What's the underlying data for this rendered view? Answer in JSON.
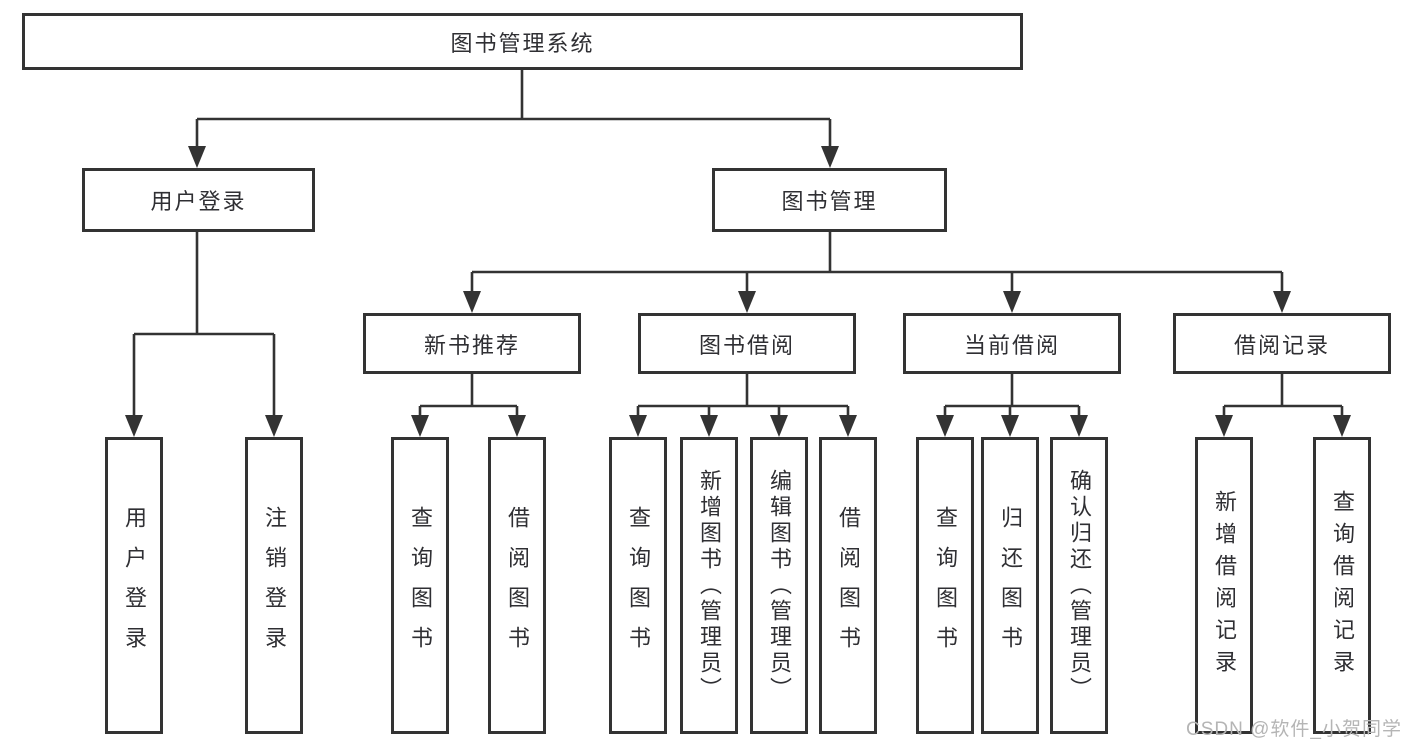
{
  "tree": {
    "root": "图书管理系统",
    "children": [
      {
        "label": "用户登录",
        "children": [
          "用户登录",
          "注销登录"
        ]
      },
      {
        "label": "图书管理",
        "children": [
          {
            "label": "新书推荐",
            "children": [
              "查询图书",
              "借阅图书"
            ]
          },
          {
            "label": "图书借阅",
            "children": [
              "查询图书",
              "新增图书（管理员）",
              "编辑图书（管理员）",
              "借阅图书"
            ]
          },
          {
            "label": "当前借阅",
            "children": [
              "查询图书",
              "归还图书",
              "确认归还（管理员）"
            ]
          },
          {
            "label": "借阅记录",
            "children": [
              "新增借阅记录",
              "查询借阅记录"
            ]
          }
        ]
      }
    ]
  },
  "watermark": "CSDN @软件_小贺同学",
  "colors": {
    "line": "#333333",
    "text": "#2f2f33",
    "watermark": "#b5b5b5",
    "background": "#ffffff"
  }
}
